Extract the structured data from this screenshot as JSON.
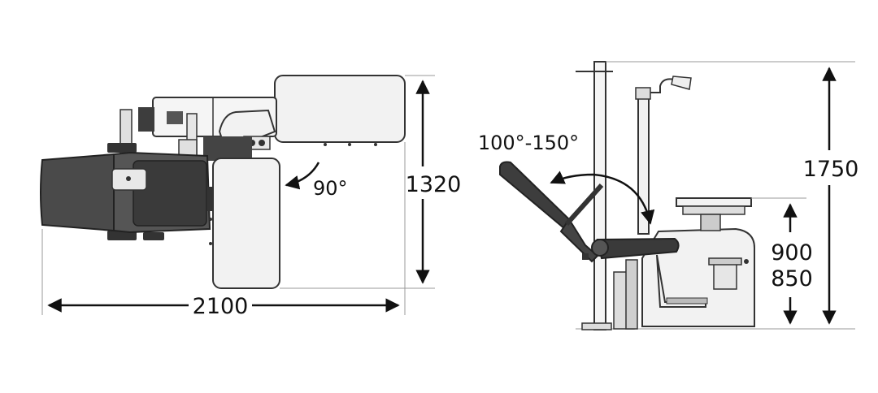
{
  "dimensions": {
    "top_view_length": "2100",
    "top_view_width": "1320",
    "side_view_height_total": "1750",
    "table_height_high": "900",
    "table_height_low": "850"
  },
  "angles": {
    "table_rotation": "90°",
    "backrest_recline": "100°-150°"
  },
  "colors": {
    "chair_dark": "#4a4a4a",
    "chair_darker": "#333333",
    "panel_light": "#f2f2f2",
    "outline": "#333333",
    "dimension_line": "#111111"
  }
}
